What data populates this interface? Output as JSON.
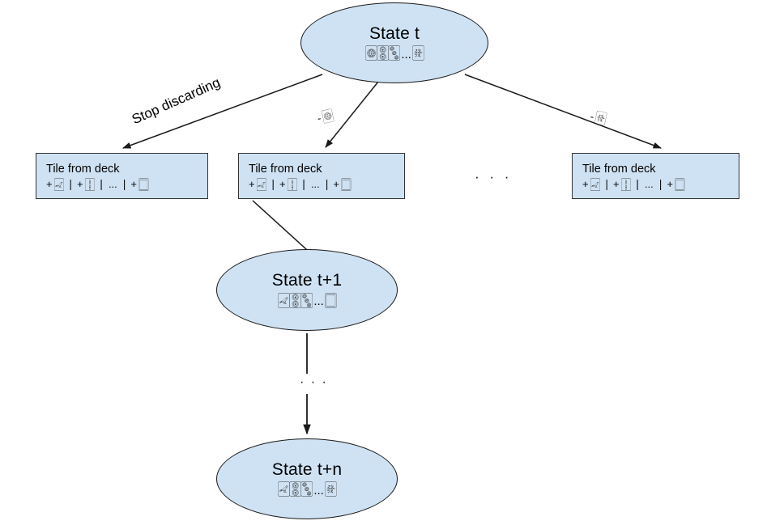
{
  "diagram": {
    "title": "Mahjong state transition tree",
    "colors": {
      "node_fill": "#cfe2f3",
      "node_stroke": "#1a1a1a",
      "box_stroke": "#333333",
      "edge": "#1a1a1a",
      "background": "#ffffff"
    }
  },
  "states": {
    "root": {
      "label": "State t",
      "tiles": [
        "🀙",
        "🀚",
        "🀛"
      ],
      "ellipsis": "...",
      "last_tile": "🀅"
    },
    "next": {
      "label": "State t+1",
      "tiles": [
        "🀐",
        "🀚",
        "🀛"
      ],
      "ellipsis": "...",
      "last_tile": "🀆"
    },
    "final": {
      "label": "State t+n",
      "tiles": [
        "🀐",
        "🀚",
        "🀛"
      ],
      "ellipsis": "...",
      "last_tile": "🀅"
    }
  },
  "deck_nodes": [
    {
      "title": "Tile from deck",
      "options": [
        {
          "sign": "+",
          "tile": "🀐"
        },
        {
          "sign": "+",
          "tile": "🀑"
        }
      ],
      "ellipsis": "...",
      "last_option": {
        "sign": "+",
        "tile": "🀆"
      },
      "separator": "|"
    },
    {
      "title": "Tile from deck",
      "options": [
        {
          "sign": "+",
          "tile": "🀐"
        },
        {
          "sign": "+",
          "tile": "🀑"
        }
      ],
      "ellipsis": "...",
      "last_option": {
        "sign": "+",
        "tile": "🀆"
      },
      "separator": "|"
    },
    {
      "title": "Tile from deck",
      "options": [
        {
          "sign": "+",
          "tile": "🀐"
        },
        {
          "sign": "+",
          "tile": "🀑"
        }
      ],
      "ellipsis": "...",
      "last_option": {
        "sign": "+",
        "tile": "🀆"
      },
      "separator": "|"
    }
  ],
  "edge_labels": {
    "left": "Stop discarding",
    "middle_sign": "-",
    "middle_tile": "🀙",
    "right_sign": "-",
    "right_tile": "🀅"
  },
  "ellipses": {
    "between_boxes": "· · ·",
    "vertical": "· · ·"
  }
}
